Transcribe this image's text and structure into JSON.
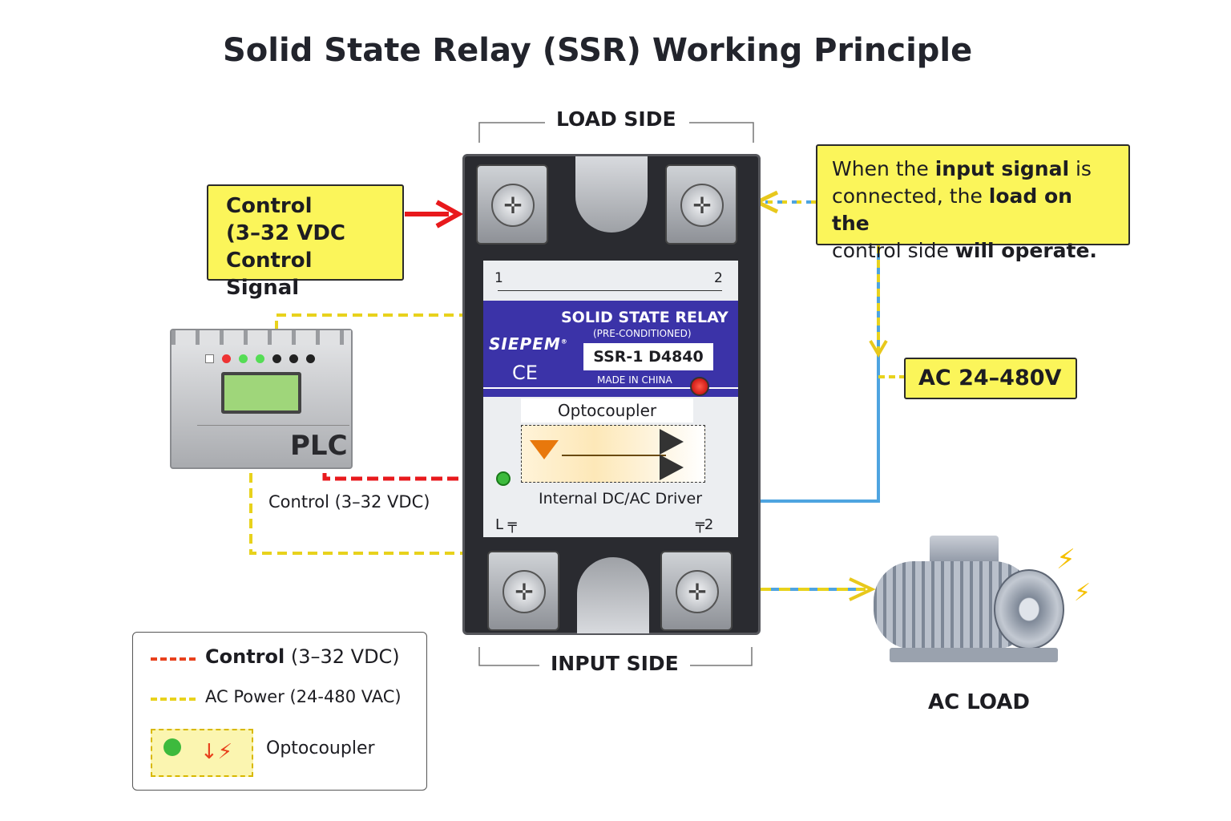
{
  "title": "Solid State Relay (SSR) Working Principle",
  "load_side": "LOAD SIDE",
  "input_side": "INPUT SIDE",
  "control_box": {
    "line1": "Control",
    "line2": "(3–32 VDC",
    "line3": "Control Signal"
  },
  "info_box": {
    "line1_a": "When the ",
    "line1_b": "input signal",
    "line1_c": " is",
    "line2_a": "connected, the ",
    "line2_b": "load on the",
    "line3_a": "control side ",
    "line3_b": "will operate."
  },
  "voltage_box": "AC 24–480V",
  "plc": {
    "label": "PLC",
    "control_text": "Control (3–32 VDC)"
  },
  "relay": {
    "brand": "SIEPEM",
    "registered": "®",
    "ce": "CE",
    "heading": "SOLID STATE RELAY",
    "subheading": "(PRE-CONDITIONED)",
    "model": "SSR-1 D4840",
    "origin": "MADE IN CHINA",
    "pin1": "1",
    "pin2": "2",
    "optocoupler": "Optocoupler",
    "driver": "Internal DC/AC Driver",
    "bottom_left": "L",
    "bottom_right": "2"
  },
  "ac_load": "AC LOAD",
  "legend": {
    "control_bold": "Control",
    "control_rest": " (3–32 VDC)",
    "ac_power": "AC Power (24-480 VAC)",
    "optocoupler": "Optocoupler"
  },
  "colors": {
    "control": "#e8401c",
    "ac_power": "#e8d21c",
    "highlight": "#fbf55a",
    "relay_label": "#3b33a8",
    "feed": "#4ea4e0"
  }
}
